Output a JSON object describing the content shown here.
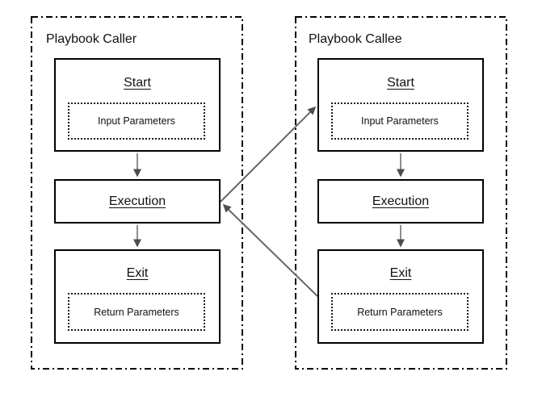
{
  "caller": {
    "title": "Playbook Caller",
    "start_label": "Start",
    "input_params": "Input Parameters",
    "execution_label": "Execution",
    "exit_label": "Exit",
    "return_params": "Return Parameters"
  },
  "callee": {
    "title": "Playbook Callee",
    "start_label": "Start",
    "input_params": "Input Parameters",
    "execution_label": "Execution",
    "exit_label": "Exit",
    "return_params": "Return Parameters"
  },
  "edges": [
    {
      "from": "caller-start",
      "to": "caller-execution"
    },
    {
      "from": "caller-execution",
      "to": "caller-exit"
    },
    {
      "from": "callee-start",
      "to": "callee-execution"
    },
    {
      "from": "callee-execution",
      "to": "callee-exit"
    },
    {
      "from": "caller-execution",
      "to": "callee-start"
    },
    {
      "from": "callee-exit",
      "to": "caller-execution"
    }
  ],
  "colors": {
    "box_border": "#000000",
    "dotted_border": "#1a1a1a",
    "arrow_stem": "#8f8f8f",
    "cross_arrow": "#666666",
    "arrow_head": "#4d4d4d",
    "background": "#ffffff",
    "text": "#111111"
  }
}
